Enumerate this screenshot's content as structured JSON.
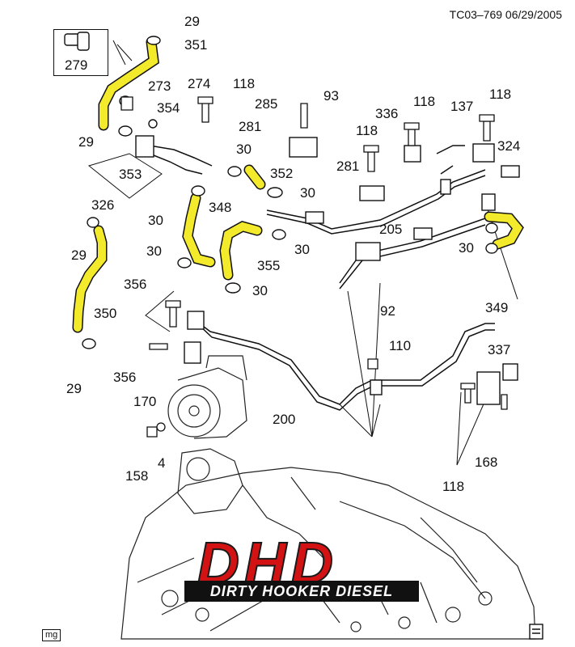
{
  "header": {
    "ref": "TC03–769  06/29/2005"
  },
  "corner": {
    "mg": "mg"
  },
  "inset_label": "279",
  "brand": {
    "title": "DHD",
    "subtitle": "DIRTY HOOKER DIESEL"
  },
  "colors": {
    "hose": "#f2ea2a",
    "line": "#111111",
    "brand_red": "#d31313"
  },
  "labels": [
    "29",
    "351",
    "273",
    "274",
    "118",
    "285",
    "93",
    "354",
    "281",
    "336",
    "118",
    "137",
    "118",
    "29",
    "30",
    "324",
    "353",
    "352",
    "118",
    "30",
    "281",
    "326",
    "30",
    "348",
    "205",
    "29",
    "30",
    "30",
    "30",
    "355",
    "92",
    "30",
    "356",
    "350",
    "349",
    "110",
    "337",
    "356",
    "170",
    "200",
    "29",
    "168",
    "158",
    "4",
    "118"
  ]
}
